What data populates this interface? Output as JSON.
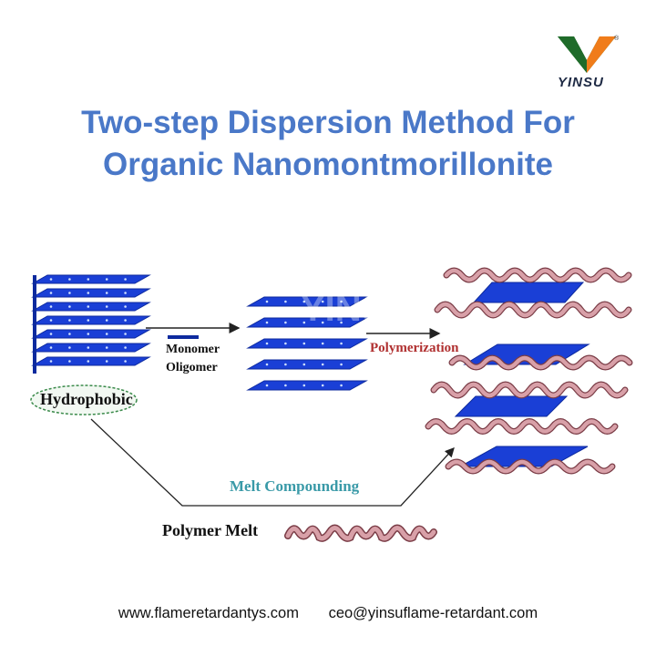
{
  "brand": {
    "name": "YINSU",
    "registered_mark": "®"
  },
  "title": {
    "line1": "Two-step Dispersion Method For",
    "line2": "Organic Nanomontmorillonite"
  },
  "diagram": {
    "hydrophobic_label": "Hydrophobic",
    "monomer_label": "Monomer",
    "oligomer_label": "Oligomer",
    "polymerization_label": "Polymerization",
    "melt_compounding_label": "Melt Compounding",
    "polymer_melt_label": "Polymer Melt",
    "watermark": "YINSU",
    "colors": {
      "clay": "#1a3fd6",
      "clay_dark": "#0d2a9e",
      "polymer": "#d8a0a8",
      "polymer_edge": "#7a3c46",
      "accent_red": "#b03030",
      "accent_teal": "#3a9aa8"
    }
  },
  "footer": {
    "website": "www.flameretardantys.com",
    "email": "ceo@yinsuflame-retardant.com"
  }
}
